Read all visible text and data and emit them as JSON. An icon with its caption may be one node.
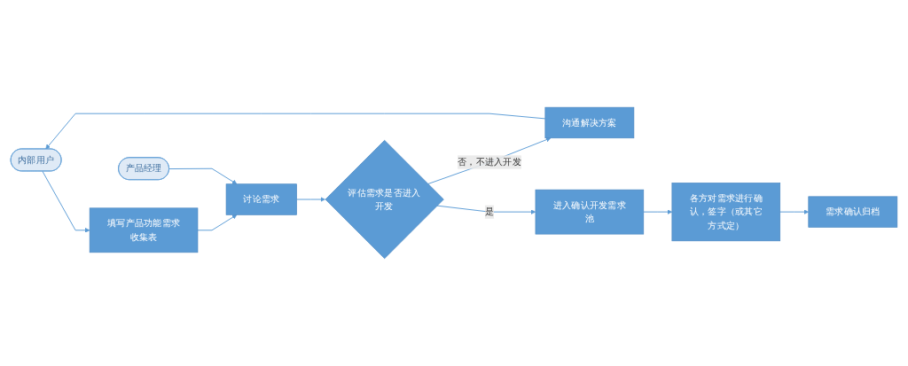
{
  "diagram": {
    "nodes": [
      {
        "text": [
          "内部用户"
        ]
      },
      {
        "text": [
          "填写产品功能需求收集表"
        ]
      },
      {
        "text": [
          "沟通解决方案"
        ]
      },
      {
        "text": [
          "产品经理"
        ]
      },
      {
        "text": [
          "讨论需求"
        ]
      },
      {
        "text": [
          "评估需求是否进入开发"
        ]
      },
      {
        "text": [
          "进入确认开发需求池"
        ]
      },
      {
        "text": [
          "各方对需求进行确认，签字（或其它方式定）"
        ]
      },
      {
        "text": [
          "需求确认归档"
        ]
      }
    ],
    "edges": [
      {
        "from": 0,
        "to": 1,
        "arrow": "to"
      },
      {
        "from": 1,
        "to": 4,
        "arrow": "to"
      },
      {
        "from": 3,
        "to": 4,
        "arrow": "to"
      },
      {
        "from": 4,
        "to": 5,
        "arrow": "to"
      },
      {
        "from": 5,
        "to": 2,
        "label": "否，不进入开发",
        "arrow": "to"
      },
      {
        "from": 2,
        "to": 0,
        "arrow": "to"
      },
      {
        "from": 5,
        "to": 6,
        "label": "是",
        "arrow": "to"
      },
      {
        "from": 6,
        "to": 7,
        "arrow": "to"
      },
      {
        "from": 7,
        "to": 8,
        "arrow": "to"
      }
    ]
  }
}
